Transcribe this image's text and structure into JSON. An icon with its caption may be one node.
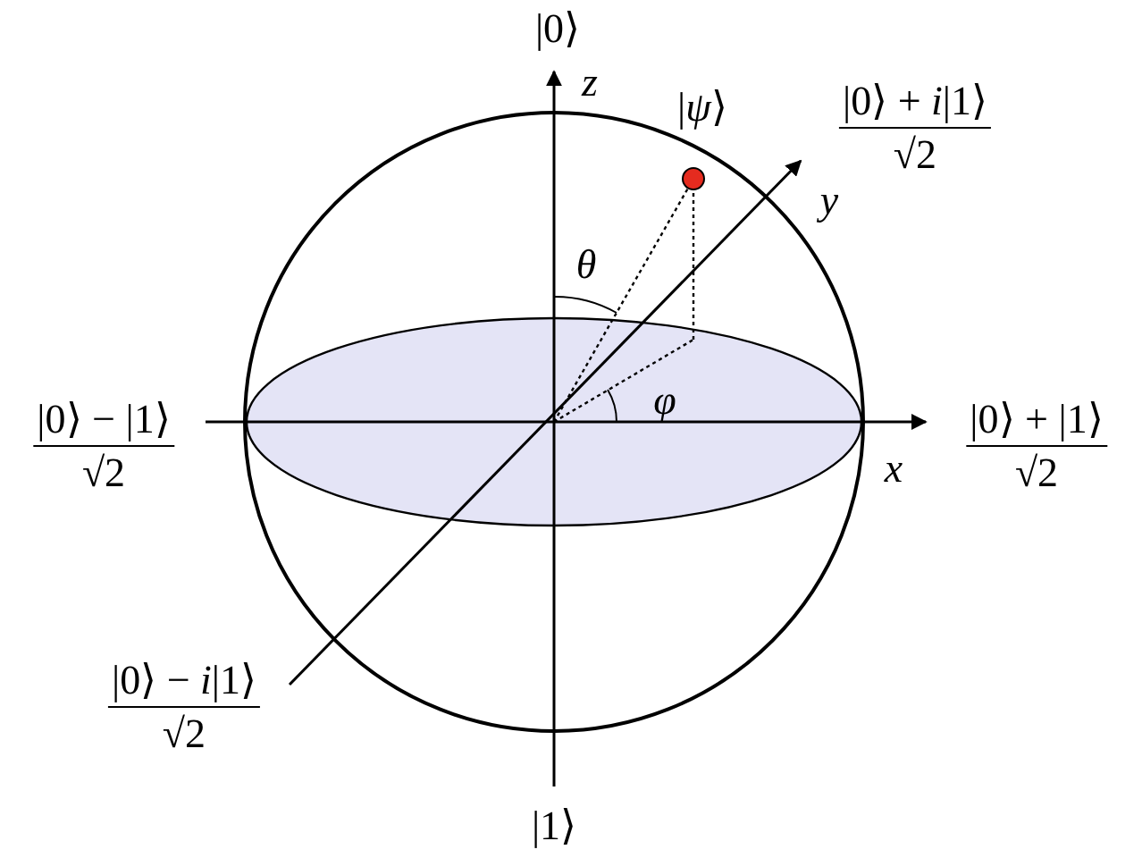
{
  "diagram": {
    "labels": [
      "|0⟩",
      "z",
      "|*ψ*⟩",
      "|0⟩ + *i*|1⟩",
      "√2",
      "*y*",
      "θ",
      "|0⟩ − |1⟩",
      "√2",
      "|0⟩ + |1⟩",
      "√2",
      "φ",
      "x",
      "|0⟩ − *i*|1⟩",
      "√2",
      "|1⟩"
    ]
  }
}
